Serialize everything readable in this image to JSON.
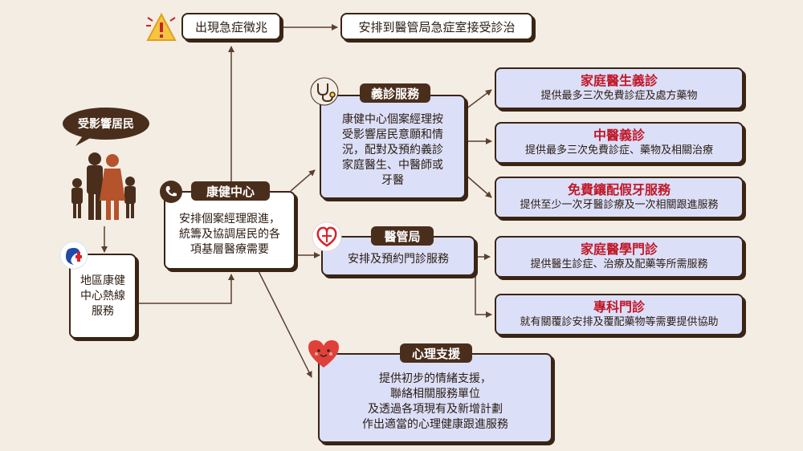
{
  "resident": {
    "label": "受影響居民"
  },
  "warning": {
    "label": "出現急症徵兆"
  },
  "emergency": {
    "label": "安排到醫管局急症室接受診治"
  },
  "hotline": {
    "lines": [
      "地區康健",
      "中心熱線",
      "服務"
    ]
  },
  "dhc": {
    "title": "康健中心",
    "lines": [
      "安排個案經理跟進，",
      "統籌及協調居民的各",
      "項基層醫療需要"
    ]
  },
  "volunteer": {
    "title": "義診服務",
    "lines": [
      "康健中心個案經理按",
      "受影響居民意願和情",
      "況，配對及預約義診",
      "家庭醫生、中醫師或",
      "牙醫"
    ]
  },
  "ha": {
    "title": "醫管局",
    "desc": "安排及預約門診服務"
  },
  "psych": {
    "title": "心理支援",
    "lines": [
      "提供初步的情緒支援，",
      "聯絡相關服務單位",
      "及透過各項現有及新增計劃",
      "作出適當的心理健康跟進服務"
    ]
  },
  "services": [
    {
      "title": "家庭醫生義診",
      "desc": "提供最多三次免費診症及處方藥物"
    },
    {
      "title": "中醫義診",
      "desc": "提供最多三次免費診症、藥物及相關治療"
    },
    {
      "title": "免費鑲配假牙服務",
      "desc": "提供至少一次牙醫診療及一次相關跟進服務"
    },
    {
      "title": "家庭醫學門診",
      "desc": "提供醫生診症、治療及配藥等所需服務"
    },
    {
      "title": "專科門診",
      "desc": "就有關覆診安排及覆配藥物等需要提供協助"
    }
  ],
  "colors": {
    "background": "#f4ede4",
    "tag": "#4a2e1c",
    "service_title": "#c01828",
    "panel_blue": "#dcdff8"
  }
}
